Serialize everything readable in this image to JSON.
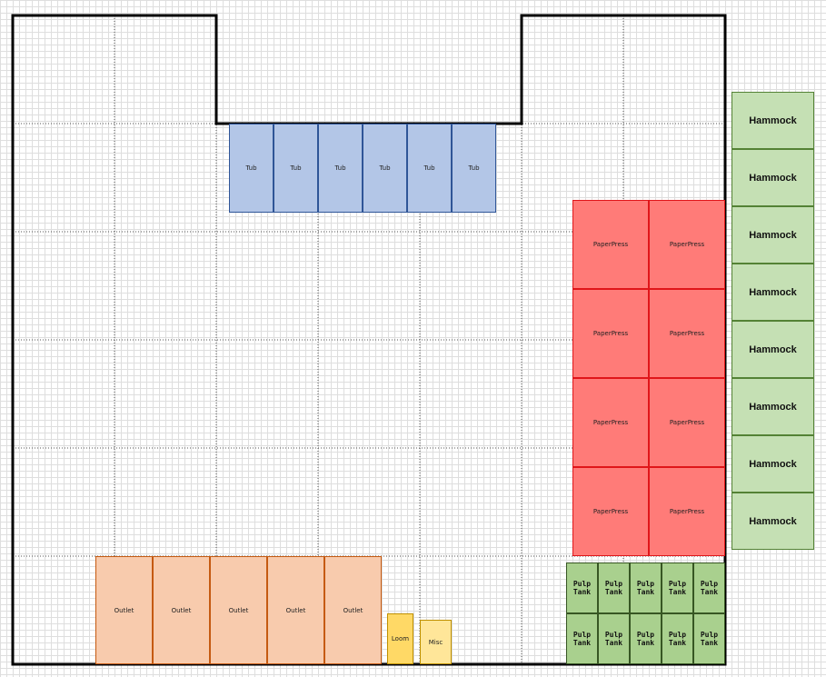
{
  "floor_plan": {
    "tubs": [
      "Tub",
      "Tub",
      "Tub",
      "Tub",
      "Tub",
      "Tub"
    ],
    "paper_presses": [
      "PaperPress",
      "PaperPress",
      "PaperPress",
      "PaperPress",
      "PaperPress",
      "PaperPress",
      "PaperPress",
      "PaperPress"
    ],
    "hammocks": [
      "Hammock",
      "Hammock",
      "Hammock",
      "Hammock",
      "Hammock",
      "Hammock",
      "Hammock",
      "Hammock"
    ],
    "pulp_tanks": [
      "Pulp Tank",
      "Pulp Tank",
      "Pulp Tank",
      "Pulp Tank",
      "Pulp Tank",
      "Pulp Tank",
      "Pulp Tank",
      "Pulp Tank",
      "Pulp Tank",
      "Pulp Tank"
    ],
    "outlets": [
      "Outlet",
      "Outlet",
      "Outlet",
      "Outlet",
      "Outlet"
    ],
    "loom": "Loom",
    "misc": "Misc"
  },
  "colors": {
    "tub": "#b3c6e7",
    "paper_press": "#ff7b78",
    "hammock": "#c5e0b4",
    "pulp_tank": "#a9d08e",
    "outlet": "#f8cbad",
    "loom": "#ffd966",
    "misc": "#ffe699",
    "wall": "#000000",
    "grid": "#dedede"
  }
}
